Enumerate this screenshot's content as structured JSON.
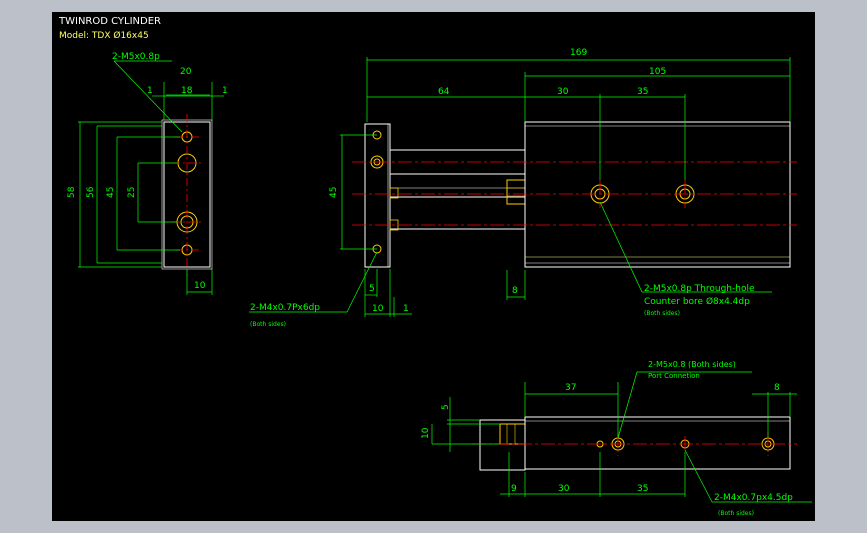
{
  "title": "TWINROD CYLINDER",
  "model": "Model: TDX Ø16x45",
  "colors": {
    "background": "#000000",
    "frame": "#bcc0c8",
    "outline": "#ffffff",
    "dim": "#00ff00",
    "center": "#ff0000",
    "text_white": "#ffffff",
    "text_yellow": "#ffff66",
    "hole": "#ffcc00"
  },
  "left_view": {
    "callout": "2-M5x0.8p",
    "dims": {
      "top_overall": "20",
      "top_mid": "18",
      "top_l": "1",
      "top_r": "1",
      "h58": "58",
      "h56": "56",
      "h45": "45",
      "h25": "25",
      "bottom": "10"
    }
  },
  "front_view": {
    "dims": {
      "overall": "169",
      "right": "105",
      "left": "64",
      "mid1": "30",
      "mid2": "35",
      "h45": "45",
      "d5": "5",
      "d10": "10",
      "d1": "1",
      "d8": "8"
    },
    "callout_through": "2-M5x0.8p Through-hole",
    "callout_counter": "Counter bore Ø8x4.4dp",
    "callout_both1": "(Both sides)",
    "callout_m4": "2-M4x0.7Px6dp",
    "callout_both2": "(Both sides)"
  },
  "bottom_view": {
    "dims": {
      "d37": "37",
      "d8": "8",
      "d5": "5",
      "d10": "10",
      "d9": "9",
      "d30": "30",
      "d35": "35"
    },
    "callout_port": "2-M5x0.8 (Both sides)",
    "callout_port2": "Port Connetion",
    "callout_m4": "2-M4x0.7px4.5dp",
    "callout_both": "(Both sides)"
  }
}
